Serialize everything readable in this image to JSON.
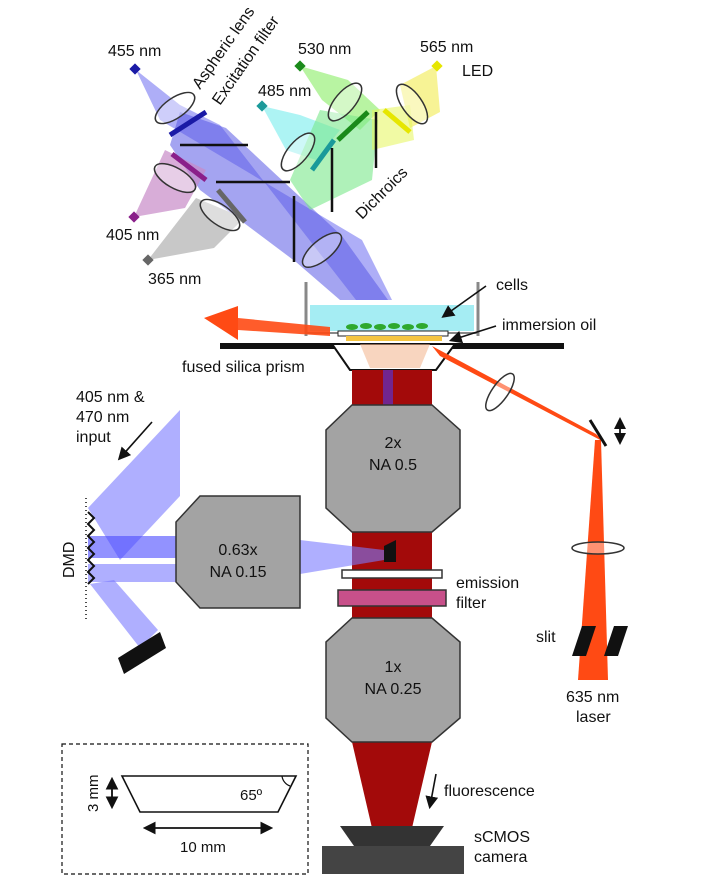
{
  "colors": {
    "violet_405": "#8a1f8a",
    "blue_455": "#1a1aa6",
    "teal_485": "#1a9a9a",
    "green_530": "#1a8a1a",
    "yellow_565": "#e6e600",
    "gray_365": "#8a8a8a",
    "laser_635": "#ff4a14",
    "fluorescence": "#9a0a0a",
    "objective_gray": "#a3a3a3",
    "dmd_beam": "#7a7aff"
  },
  "led_labels": {
    "nm455": "455 nm",
    "nm530": "530 nm",
    "nm565": "565 nm",
    "nm485": "485 nm",
    "nm405": "405 nm",
    "nm365": "365 nm",
    "led": "LED"
  },
  "component_labels": {
    "aspheric_lens": "Aspheric lens",
    "excitation_filter": "Excitation filter",
    "dichroics": "Dichroics",
    "cells": "cells",
    "immersion_oil": "immersion oil",
    "prism": "fused silica prism",
    "dmd_input_line1": "405 nm &",
    "dmd_input_line2": "470 nm",
    "dmd_input_line3": "input",
    "dmd": "DMD",
    "emission_line1": "emission",
    "emission_line2": "filter",
    "slit": "slit",
    "laser_line1": "635 nm",
    "laser_line2": "laser",
    "fluorescence": "fluorescence",
    "camera_line1": "sCMOS",
    "camera_line2": "camera"
  },
  "objectives": {
    "obj2x_mag": "2x",
    "obj2x_na": "NA 0.5",
    "obj063_mag": "0.63x",
    "obj063_na": "NA 0.15",
    "obj1x_mag": "1x",
    "obj1x_na": "NA 0.25"
  },
  "prism_inset": {
    "height": "3 mm",
    "width": "10 mm",
    "angle": "65º"
  }
}
